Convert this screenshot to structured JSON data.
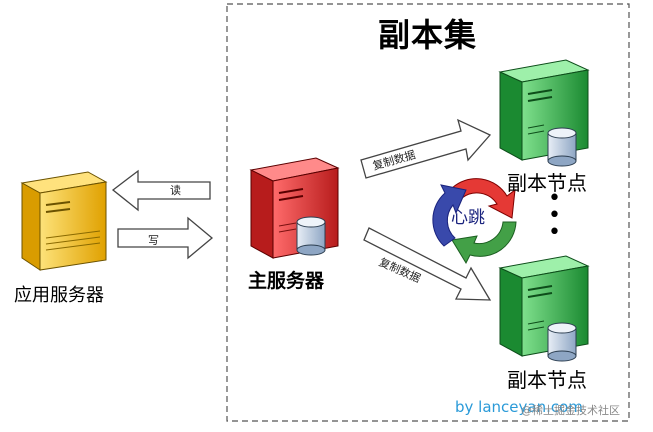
{
  "title": "副本集",
  "app_server_label": "应用服务器",
  "main_server_label": "主服务器",
  "replica_label_1": "副本节点",
  "replica_label_2": "副本节点",
  "read_label": "读",
  "write_label": "写",
  "copy_label_1": "复制数据",
  "copy_label_2": "复制数据",
  "heartbeat_label": "心跳",
  "ellipsis": "•\n•\n•",
  "footer_byline": "by lanceyan.com",
  "footer_watermark": "@稀土掘金技术社区",
  "colors": {
    "app_server": "#f5b800",
    "main_server": "#e02020",
    "replica_server": "#2fb84a",
    "heartbeat_red": "#e53935",
    "heartbeat_green": "#43a047",
    "heartbeat_blue": "#3949ab"
  }
}
